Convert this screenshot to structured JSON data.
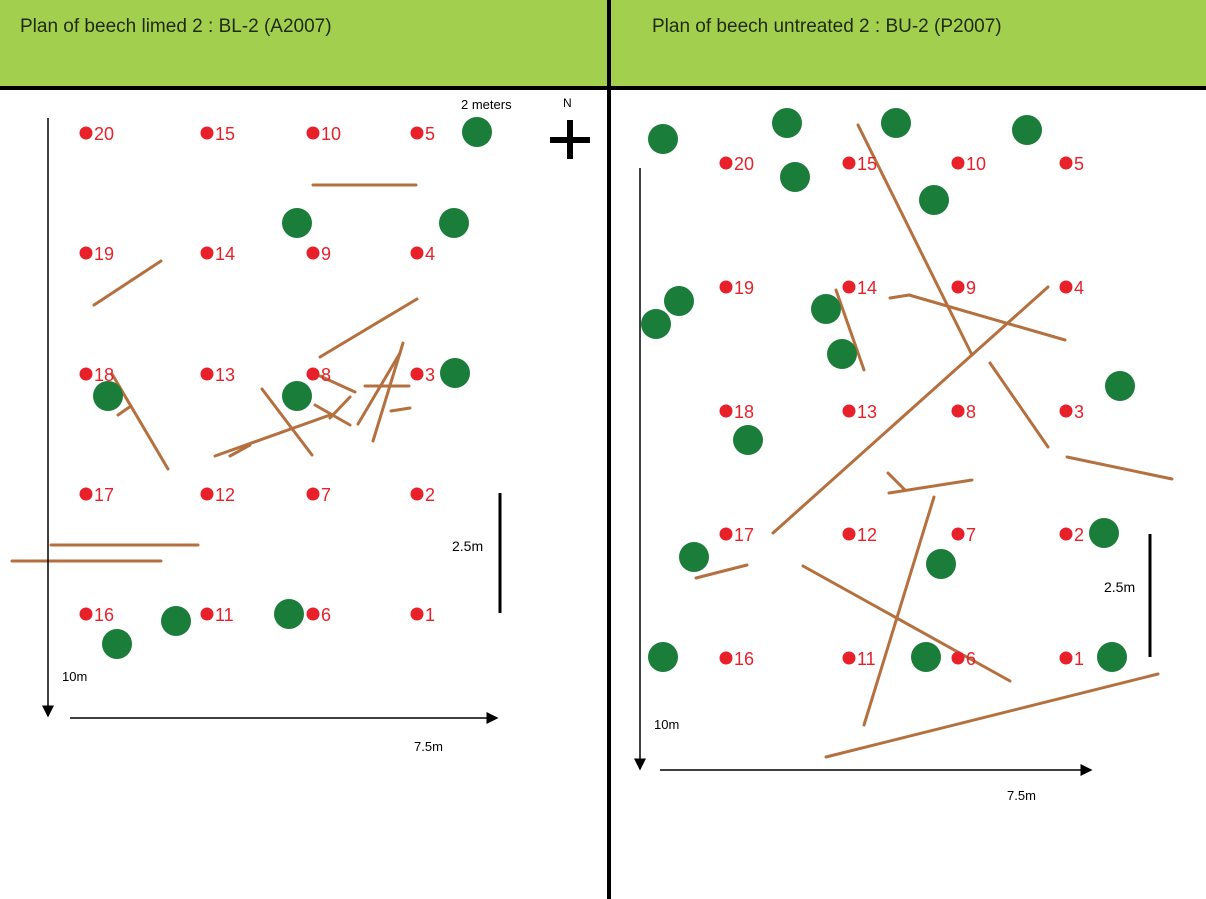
{
  "colors": {
    "header": "#a3cf4e",
    "tree": "#1a7d3a",
    "marker": "#e8202a",
    "branch": "#b5703f",
    "axis": "#000000"
  },
  "panels": [
    {
      "id": "left",
      "title": "Plan of beech limed 2 : BL-2 (A2007)",
      "north_label": "N",
      "scale_label_2m": "2 meters",
      "scale_label_25": "2.5m",
      "axis_y_label": "10m",
      "axis_x_label": "7.5m",
      "markers": [
        "20",
        "15",
        "10",
        "5",
        "19",
        "14",
        "9",
        "4",
        "18",
        "13",
        "8",
        "3",
        "17",
        "12",
        "7",
        "2",
        "16",
        "11",
        "6",
        "1"
      ]
    },
    {
      "id": "right",
      "title": "Plan of beech untreated 2 : BU-2 (P2007)",
      "scale_label_25": "2.5m",
      "axis_y_label": "10m",
      "axis_x_label": "7.5m",
      "markers": [
        "20",
        "15",
        "10",
        "5",
        "19",
        "14",
        "9",
        "4",
        "18",
        "13",
        "8",
        "3",
        "17",
        "12",
        "7",
        "2",
        "16",
        "11",
        "6",
        "1"
      ]
    }
  ]
}
